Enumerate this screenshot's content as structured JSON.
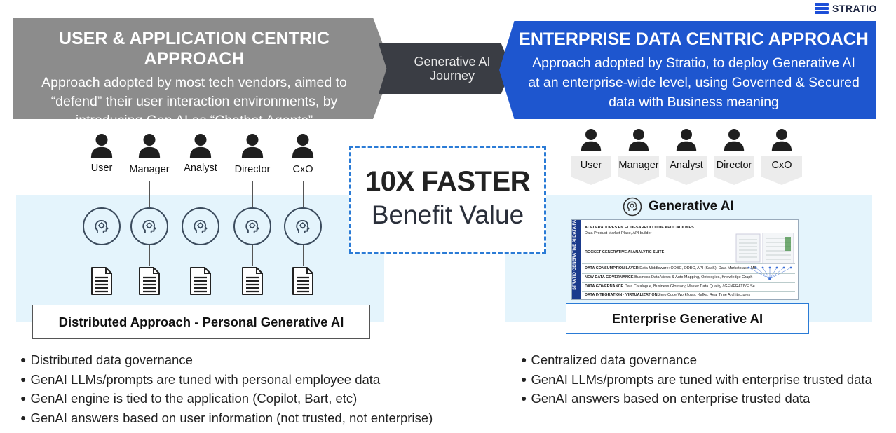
{
  "logo": {
    "text": "STRATIO"
  },
  "left_banner": {
    "title": "USER & APPLICATION  CENTRIC APPROACH",
    "lines": [
      "Approach adopted by most tech vendors, aimed to",
      "“defend” their user interaction environments, by",
      "introducing Gen AI as “Chatbot Agents”"
    ]
  },
  "middle_banner": {
    "lines": [
      "Generative AI",
      "Journey"
    ]
  },
  "right_banner": {
    "title": "ENTERPRISE DATA CENTRIC APPROACH",
    "lines": [
      "Approach adopted by Stratio, to deploy Generative AI",
      "at an enterprise-wide level, using Governed & Secured",
      "data with Business meaning"
    ]
  },
  "left_people": [
    "User",
    "Manager",
    "Analyst",
    "Director",
    "CxO"
  ],
  "right_people": [
    "User",
    "Manager",
    "Analyst",
    "Director",
    "CxO"
  ],
  "benefit": {
    "headline": "10X FASTER",
    "subline": "Benefit Value"
  },
  "right_panel": {
    "heading": "Generative AI",
    "screenshot": {
      "side_label": "STRATIO  GENERATIVE AI DATA FABRIC",
      "rows": [
        {
          "bold": "ACELERADORES EN EL DESARROLLO DE APLICACIONES",
          "text": ""
        },
        {
          "bold": "",
          "text": "Data Product Market Place, API builder"
        },
        {
          "bold": "ROCKET GENERATIVE AI ANALYTIC SUITE",
          "text": ""
        },
        {
          "bold": "DATA CONSUMPTION LAYER",
          "text": "Data Middleware: ODBC, ODBC, API (SaaS), Data Marketplace, MC"
        },
        {
          "bold": "NEW DATA GOVERNANCE",
          "text": "Business Data Views & Auto Mapping, Ontologies, Knowledge Graph"
        },
        {
          "bold": "DATA GOVERNANCE",
          "text": "Data Catalogue, Business Glossary, Master Data Quality / GENERATIVE Se"
        },
        {
          "bold": "DATA INTEGRATION · VIRTUALIZATION",
          "text": "Zero Code Workflows, Kafka, Real Time Architectures"
        }
      ]
    }
  },
  "left_caption": "Distributed Approach - Personal Generative AI",
  "right_caption": "Enterprise Generative AI",
  "left_bullets": [
    "Distributed data governance",
    "GenAI LLMs/prompts are tuned with personal employee data",
    "GenAI engine is tied to the application (Copilot, Bart, etc)",
    "GenAI answers based on user information (not trusted, not enterprise)"
  ],
  "right_bullets": [
    "Centralized data governance",
    "GenAI LLMs/prompts are tuned with enterprise trusted data",
    "GenAI answers based on enterprise trusted data"
  ],
  "colors": {
    "left_banner": "#8c8c8c",
    "middle_banner": "#3a3d44",
    "right_banner": "#1e56cf",
    "panel_bg": "#e4f4fc",
    "dashed_border": "#2a7bd6"
  }
}
